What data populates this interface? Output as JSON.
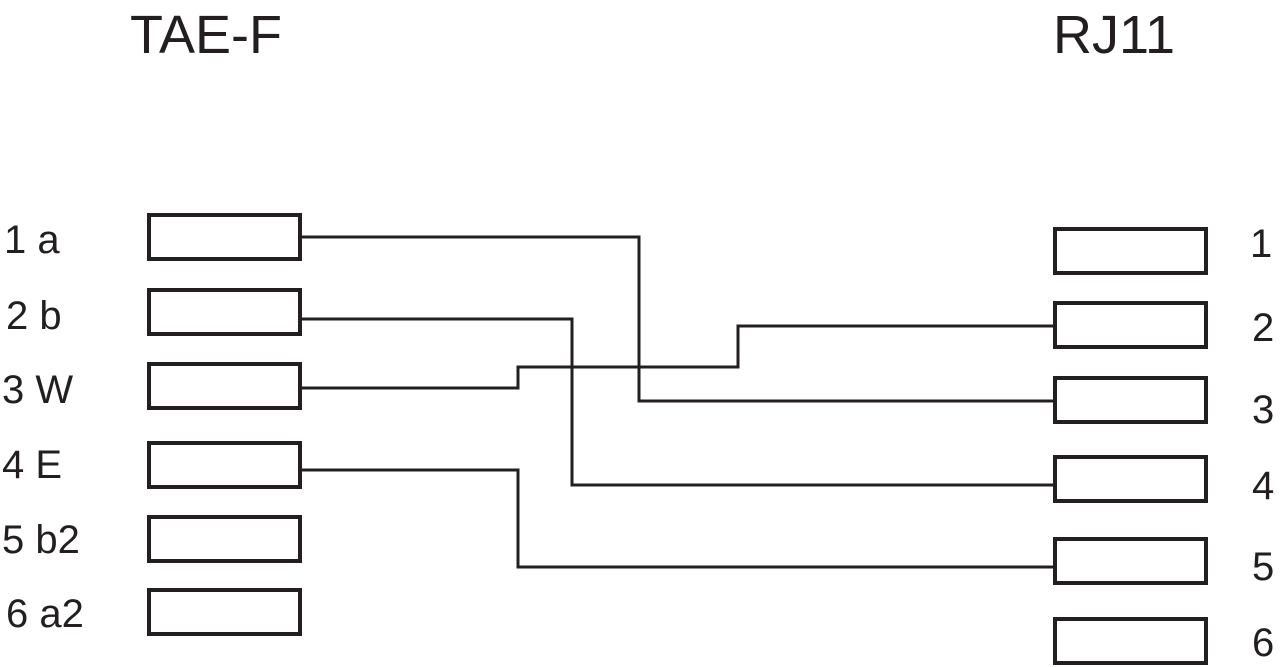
{
  "left_connector": {
    "title": "TAE-F",
    "pins": [
      {
        "number": "1",
        "label": "1 a"
      },
      {
        "number": "2",
        "label": "2 b"
      },
      {
        "number": "3",
        "label": "3 W"
      },
      {
        "number": "4",
        "label": "4 E"
      },
      {
        "number": "5",
        "label": "5 b2"
      },
      {
        "number": "6",
        "label": "6 a2"
      }
    ]
  },
  "right_connector": {
    "title": "RJ11",
    "pins": [
      {
        "number": "1",
        "label": "1"
      },
      {
        "number": "2",
        "label": "2"
      },
      {
        "number": "3",
        "label": "3"
      },
      {
        "number": "4",
        "label": "4"
      },
      {
        "number": "5",
        "label": "5"
      },
      {
        "number": "6",
        "label": "6"
      }
    ]
  },
  "connections": [
    {
      "from_pin": "1",
      "to_pin": "3"
    },
    {
      "from_pin": "2",
      "to_pin": "4"
    },
    {
      "from_pin": "3",
      "to_pin": "2"
    },
    {
      "from_pin": "4",
      "to_pin": "5"
    }
  ],
  "colors": {
    "line": "#231f20",
    "background": "#ffffff"
  }
}
